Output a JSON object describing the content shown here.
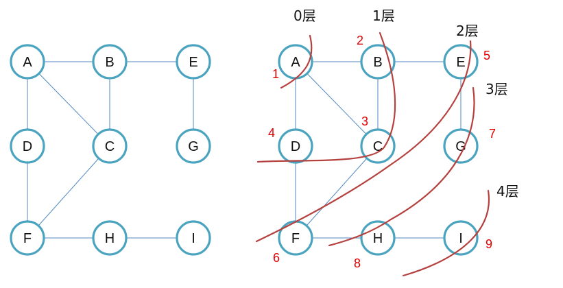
{
  "colors": {
    "node_stroke": "#4aa3bf",
    "edge": "#4f87c0",
    "curve": "#b5413f",
    "order_text": "#e00000",
    "label_text": "#111111"
  },
  "left_graph": {
    "nodes": [
      {
        "id": "A",
        "label": "A"
      },
      {
        "id": "B",
        "label": "B"
      },
      {
        "id": "E",
        "label": "E"
      },
      {
        "id": "D",
        "label": "D"
      },
      {
        "id": "C",
        "label": "C"
      },
      {
        "id": "G",
        "label": "G"
      },
      {
        "id": "F",
        "label": "F"
      },
      {
        "id": "H",
        "label": "H"
      },
      {
        "id": "I",
        "label": "I"
      }
    ],
    "edges": [
      [
        "A",
        "B"
      ],
      [
        "B",
        "E"
      ],
      [
        "A",
        "D"
      ],
      [
        "A",
        "C"
      ],
      [
        "B",
        "C"
      ],
      [
        "E",
        "G"
      ],
      [
        "D",
        "F"
      ],
      [
        "C",
        "F"
      ],
      [
        "F",
        "H"
      ],
      [
        "H",
        "I"
      ]
    ]
  },
  "right_graph": {
    "nodes": [
      {
        "id": "A",
        "label": "A"
      },
      {
        "id": "B",
        "label": "B"
      },
      {
        "id": "E",
        "label": "E"
      },
      {
        "id": "D",
        "label": "D"
      },
      {
        "id": "C",
        "label": "C"
      },
      {
        "id": "G",
        "label": "G"
      },
      {
        "id": "F",
        "label": "F"
      },
      {
        "id": "H",
        "label": "H"
      },
      {
        "id": "I",
        "label": "I"
      }
    ],
    "edges": [
      [
        "A",
        "B"
      ],
      [
        "B",
        "E"
      ],
      [
        "A",
        "D"
      ],
      [
        "A",
        "C"
      ],
      [
        "B",
        "C"
      ],
      [
        "E",
        "G"
      ],
      [
        "D",
        "F"
      ],
      [
        "C",
        "F"
      ],
      [
        "F",
        "H"
      ],
      [
        "H",
        "I"
      ]
    ],
    "layers": [
      {
        "label": "0层"
      },
      {
        "label": "1层"
      },
      {
        "label": "2层"
      },
      {
        "label": "3层"
      },
      {
        "label": "4层"
      }
    ],
    "visit_order": [
      {
        "node": "A",
        "label": "1"
      },
      {
        "node": "B",
        "label": "2"
      },
      {
        "node": "C",
        "label": "3"
      },
      {
        "node": "D",
        "label": "4"
      },
      {
        "node": "E",
        "label": "5"
      },
      {
        "node": "F",
        "label": "6"
      },
      {
        "node": "G",
        "label": "7"
      },
      {
        "node": "H",
        "label": "8"
      },
      {
        "node": "I",
        "label": "9"
      }
    ]
  }
}
